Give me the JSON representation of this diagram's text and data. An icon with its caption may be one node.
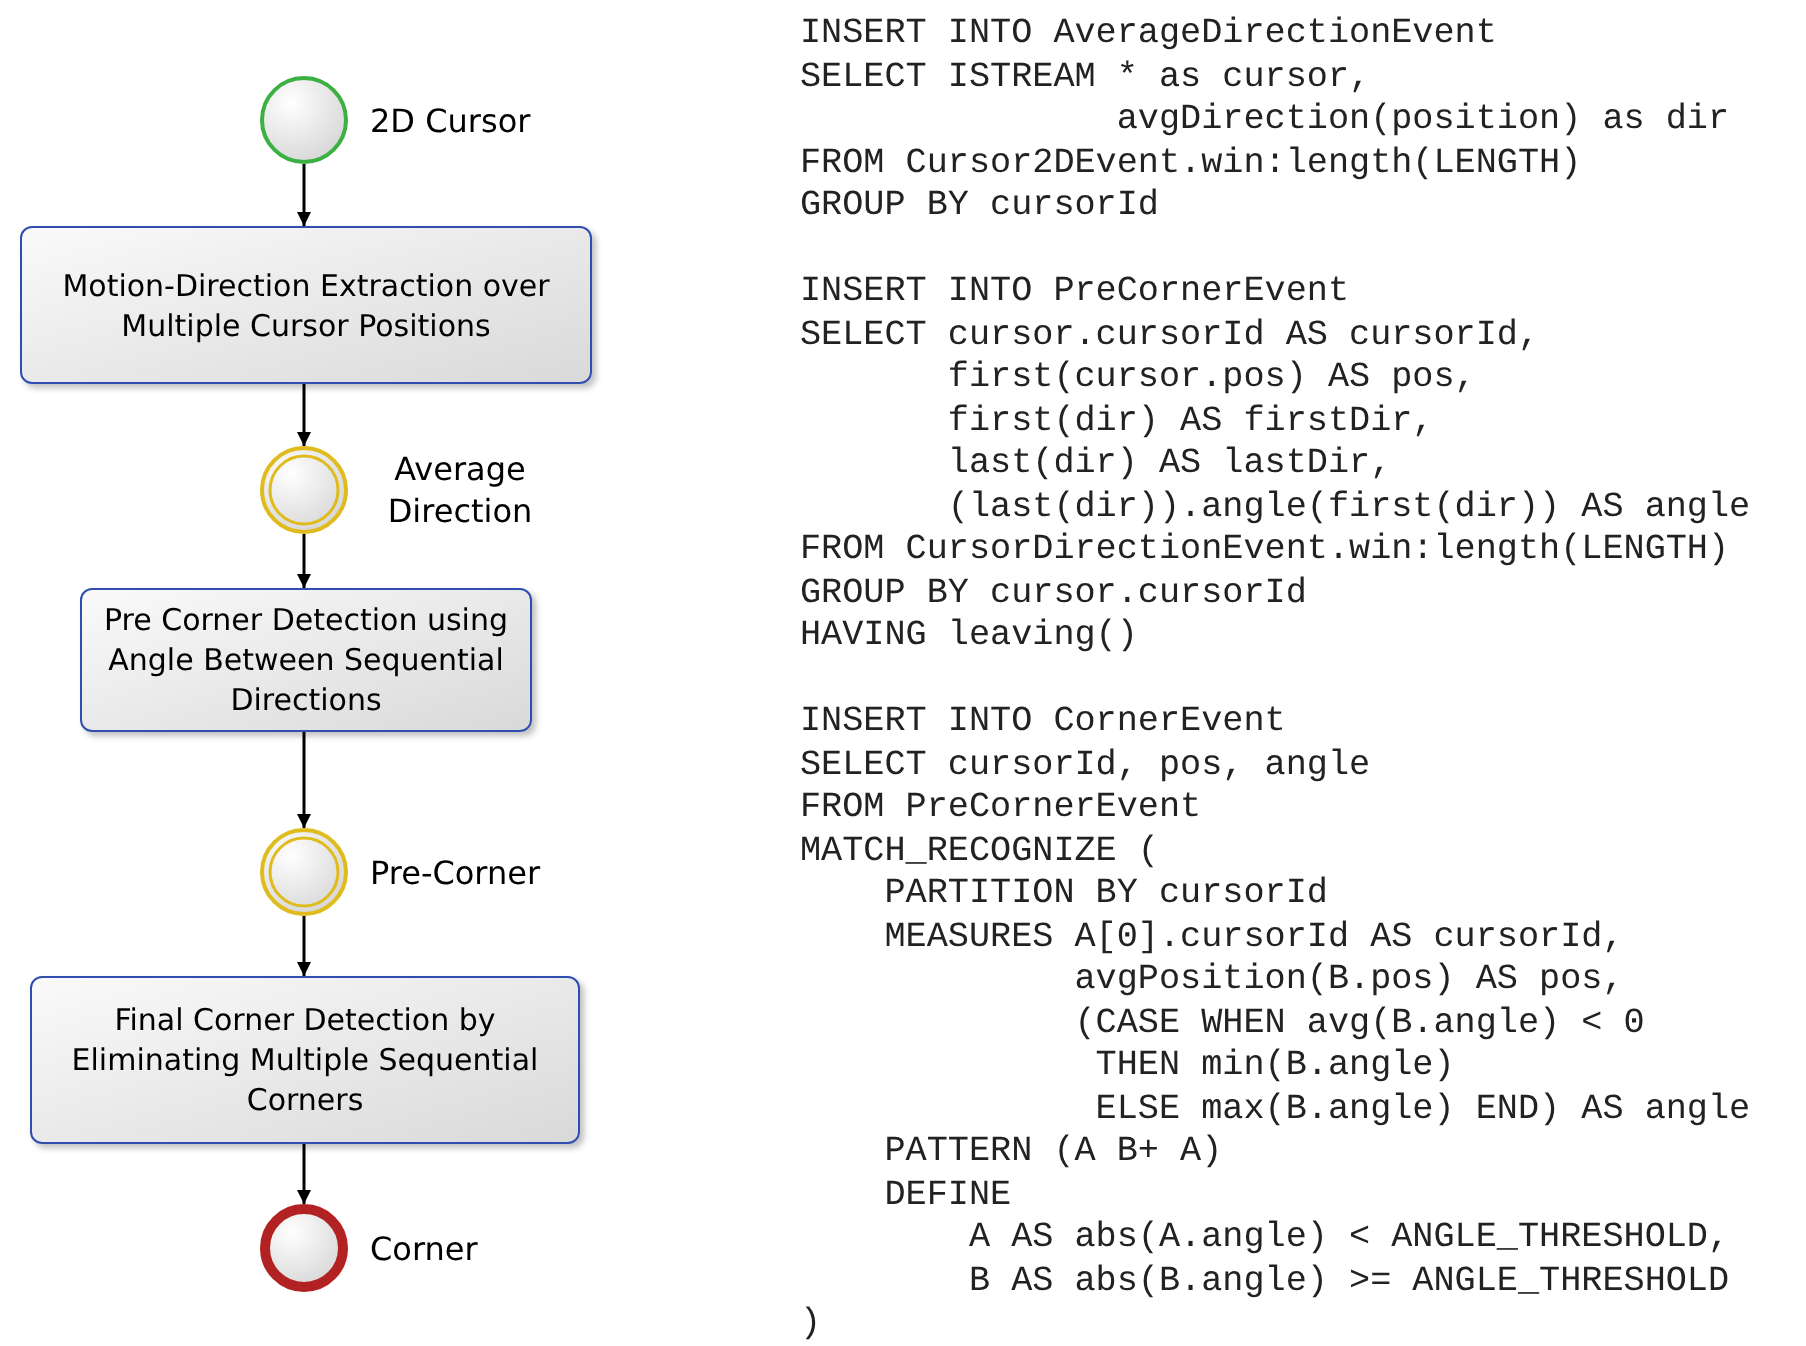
{
  "diagram": {
    "nodes": [
      {
        "text": [],
        "shape": "circle",
        "beside": [
          "2D Cursor"
        ]
      },
      {
        "text": [
          "Motion-Direction Extraction over Multiple Cursor Positions"
        ]
      },
      {
        "text": [],
        "shape": "circle",
        "beside": [
          "Average Direction"
        ]
      },
      {
        "text": [
          "Pre Corner Detection using Angle Between Sequential Directions"
        ]
      },
      {
        "text": [],
        "shape": "circle",
        "beside": [
          "Pre-Corner"
        ]
      },
      {
        "text": [
          "Final Corner Detection by Eliminating Multiple Sequential Corners"
        ]
      },
      {
        "text": [],
        "shape": "circle",
        "beside": [
          "Corner"
        ]
      }
    ],
    "edges": [
      {
        "from": 0,
        "to": 1,
        "arrow": "to"
      },
      {
        "from": 1,
        "to": 2,
        "arrow": "to"
      },
      {
        "from": 2,
        "to": 3,
        "arrow": "to"
      },
      {
        "from": 3,
        "to": 4,
        "arrow": "to"
      },
      {
        "from": 4,
        "to": 5,
        "arrow": "to"
      },
      {
        "from": 5,
        "to": 6,
        "arrow": "to"
      }
    ],
    "labels": [
      "INSERT INTO AverageDirectionEvent",
      "SELECT ISTREAM * as cursor,",
      "               avgDirection(position) as dir",
      "FROM Cursor2DEvent.win:length(LENGTH)",
      "GROUP BY cursorId",
      "INSERT INTO PreCornerEvent",
      "SELECT cursor.cursorId AS cursorId,",
      "       first(cursor.pos) AS pos,",
      "       first(dir) AS firstDir,",
      "       last(dir) AS lastDir,",
      "       (last(dir)).angle(first(dir)) AS angle",
      "FROM CursorDirectionEvent.win:length(LENGTH)",
      "GROUP BY cursor.cursorId",
      "HAVING leaving()",
      "INSERT INTO CornerEvent",
      "SELECT cursorId, pos, angle",
      "FROM PreCornerEvent",
      "MATCH_RECOGNIZE (",
      "    PARTITION BY cursorId",
      "    MEASURES A[0].cursorId AS cursorId,",
      "             avgPosition(B.pos) AS pos,",
      "             (CASE WHEN avg(B.angle) < 0",
      "              THEN min(B.angle)",
      "              ELSE max(B.angle) END) AS angle",
      "    PATTERN (A B+ A)",
      "    DEFINE",
      "        A AS abs(A.angle) < ANGLE_THRESHOLD,",
      "        B AS abs(B.angle) >= ANGLE_THRESHOLD",
      ")"
    ]
  }
}
